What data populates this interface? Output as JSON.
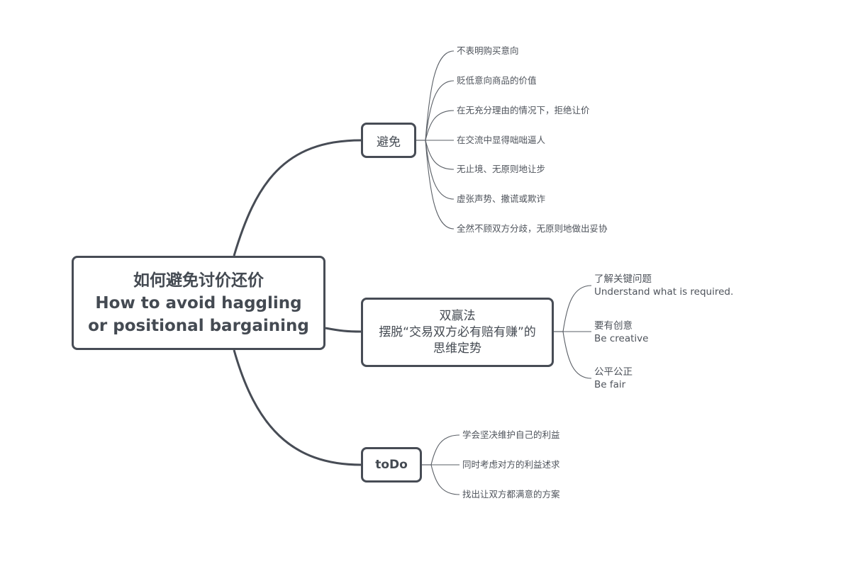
{
  "root": {
    "lines": [
      "如何避免讨价还价",
      "How to avoid haggling",
      "or positional bargaining"
    ]
  },
  "branches": [
    {
      "id": "avoid",
      "label": "避免",
      "children": [
        "不表明购买意向",
        "贬低意向商品的价值",
        "在无充分理由的情况下，拒绝让价",
        "在交流中显得咄咄逼人",
        "无止境、无原则地让步",
        "虚张声势、撒谎或欺诈",
        "全然不顾双方分歧，无原则地做出妥协"
      ]
    },
    {
      "id": "win-win",
      "lines": [
        "双赢法",
        "摆脱“交易双方必有赔有赚”的",
        "思维定势"
      ],
      "children": [
        {
          "zh": "了解关键问题",
          "en": "Understand what is required."
        },
        {
          "zh": "要有创意",
          "en": "Be creative"
        },
        {
          "zh": "公平公正",
          "en": "Be fair"
        }
      ]
    },
    {
      "id": "todo",
      "label": "toDo",
      "children": [
        "学会坚决维护自己的利益",
        "同时考虑对方的利益述求",
        "找出让双方都满意的方案"
      ]
    }
  ],
  "colors": {
    "main_line": "#474c55",
    "leaf_line": "#5a5f66",
    "text": "#4a4f57"
  }
}
